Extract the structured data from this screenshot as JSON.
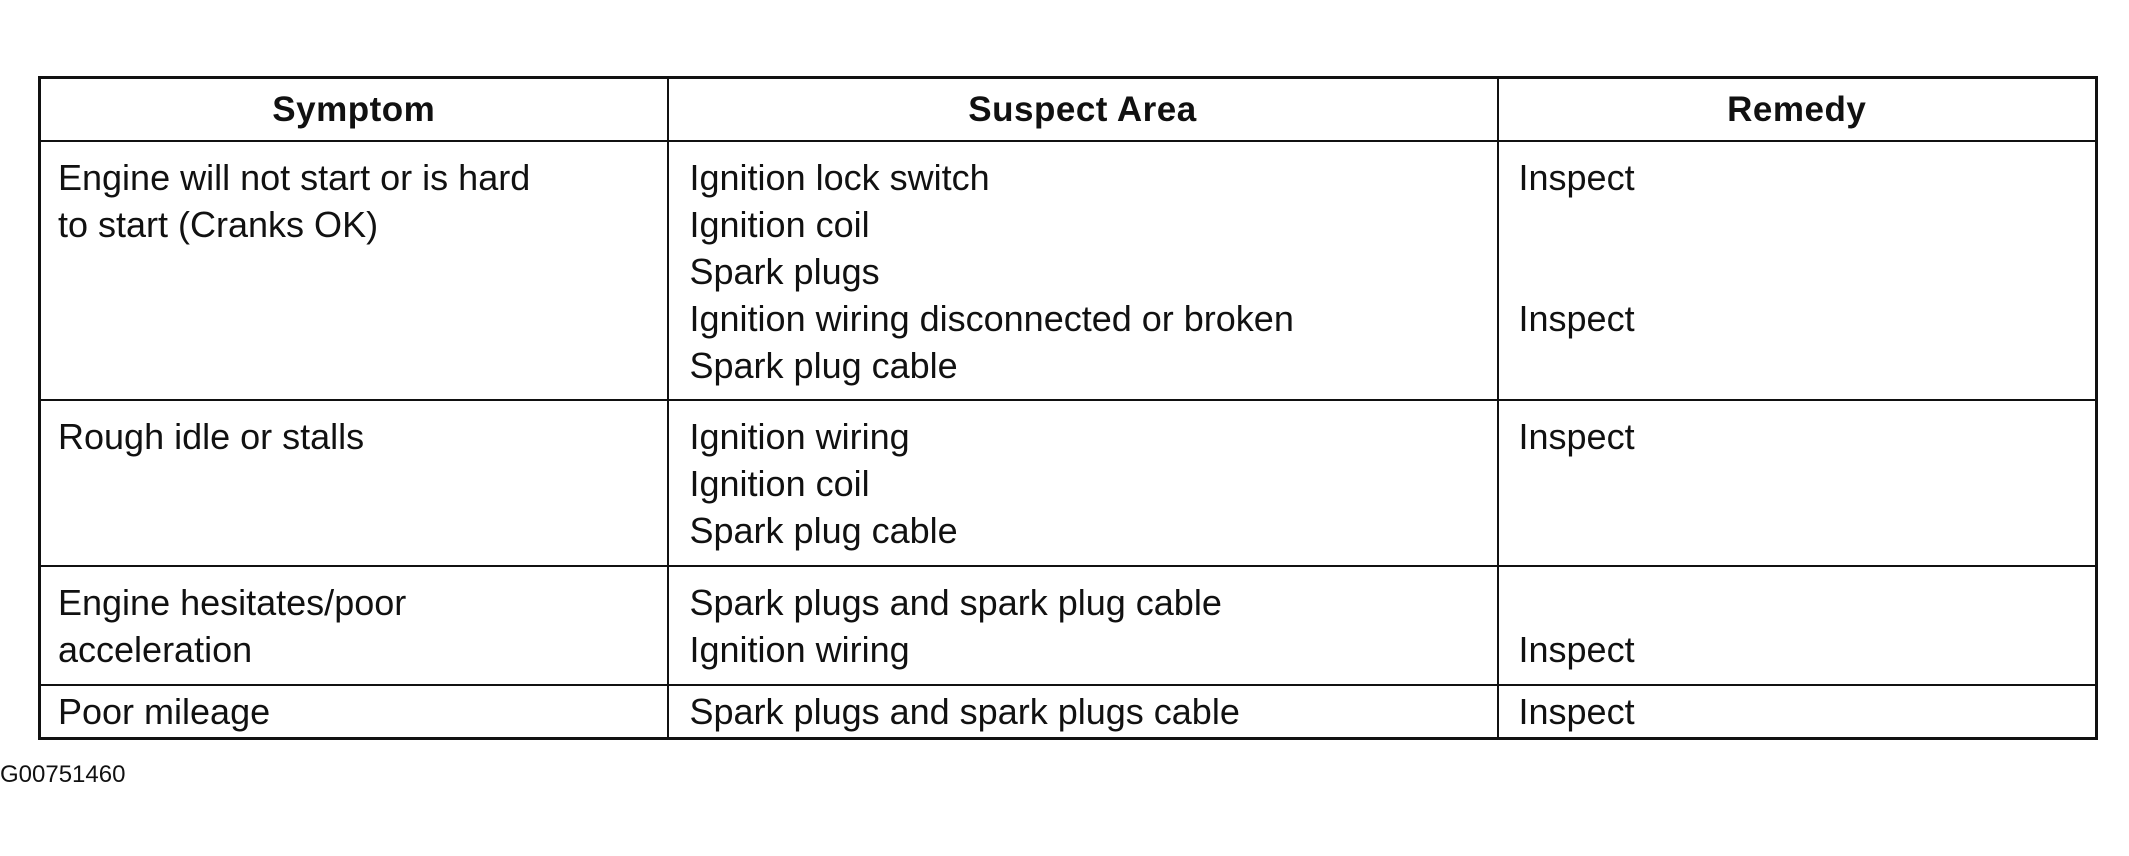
{
  "table": {
    "headers": {
      "symptom": "Symptom",
      "suspect_area": "Suspect Area",
      "remedy": "Remedy"
    },
    "rows": [
      {
        "symptom": [
          "Engine will not start or is hard",
          "to start (Cranks OK)"
        ],
        "suspect_area": [
          "Ignition lock switch",
          "Ignition coil",
          "Spark plugs",
          "Ignition wiring disconnected or broken",
          "Spark plug cable"
        ],
        "remedy": [
          "Inspect",
          "",
          "",
          "Inspect",
          ""
        ]
      },
      {
        "symptom": [
          "Rough idle or stalls"
        ],
        "suspect_area": [
          "Ignition wiring",
          "Ignition coil",
          "Spark plug cable"
        ],
        "remedy": [
          "Inspect"
        ]
      },
      {
        "symptom": [
          "Engine hesitates/poor",
          "acceleration"
        ],
        "suspect_area": [
          "Spark plugs and spark plug cable",
          "Ignition wiring"
        ],
        "remedy": [
          "",
          "Inspect"
        ]
      },
      {
        "symptom": [
          "Poor mileage"
        ],
        "suspect_area": [
          "Spark plugs and spark plugs cable"
        ],
        "remedy": [
          "Inspect"
        ]
      }
    ]
  },
  "figure_id": "G00751460"
}
